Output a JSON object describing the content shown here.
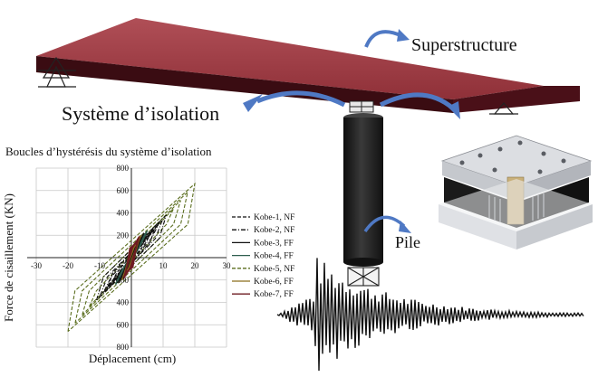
{
  "labels": {
    "superstructure": "Superstructure",
    "isolation_system": "Système d’isolation",
    "pile": "Pile"
  },
  "colors": {
    "deck_top": "#a8454d",
    "deck_front": "#3a0c12",
    "arrow": "#4f79c4",
    "pile": "#1e1e1e"
  },
  "icons": {
    "arrow": "curved-arrow-icon",
    "bearing": "isolation-bearing-icon",
    "seismic": "seismic-wave-icon"
  },
  "chart_data": {
    "type": "line",
    "title": "Boucles d’hystérésis du système d’isolation",
    "xlabel": "Déplacement (cm)",
    "ylabel": "Force de cisaillement (KN)",
    "xlim": [
      -30,
      30
    ],
    "ylim": [
      -800,
      800
    ],
    "x_ticks": [
      -30,
      -20,
      -10,
      10,
      20,
      30
    ],
    "y_ticks": [
      800,
      600,
      400,
      200,
      200,
      400,
      600,
      800
    ],
    "grid": true,
    "legend_position": "right",
    "series": [
      {
        "name": "Kobe-1, NF",
        "style": "dashed",
        "color": "#111111",
        "amplitude": 8,
        "max_force": 300
      },
      {
        "name": "Kobe-2, NF",
        "style": "dash-dot",
        "color": "#111111",
        "amplitude": 11,
        "max_force": 380
      },
      {
        "name": "Kobe-3, FF",
        "style": "solid",
        "color": "#111111",
        "amplitude": 4,
        "max_force": 220
      },
      {
        "name": "Kobe-4, FF",
        "style": "solid",
        "color": "#2e5e4e",
        "amplitude": 5,
        "max_force": 240
      },
      {
        "name": "Kobe-5, NF",
        "style": "dashed",
        "color": "#5b6e1f",
        "amplitude": 20,
        "max_force": 660
      },
      {
        "name": "Kobe-6, FF",
        "style": "solid",
        "color": "#8a6d1a",
        "amplitude": 3,
        "max_force": 200
      },
      {
        "name": "Kobe-7, FF",
        "style": "solid",
        "color": "#6e1b22",
        "amplitude": 2.5,
        "max_force": 190
      }
    ]
  }
}
